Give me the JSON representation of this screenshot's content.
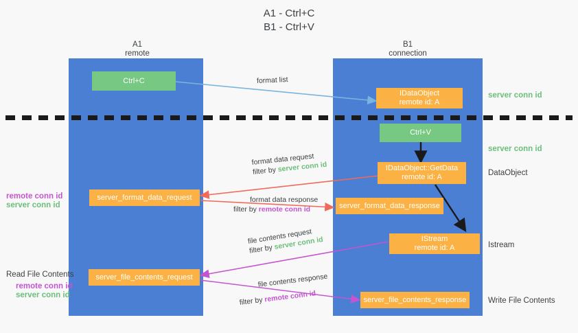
{
  "title": "A1 - Ctrl+C\nB1 - Ctrl+V",
  "colors": {
    "lane": "#4a7fd4",
    "orange": "#fbb143",
    "green": "#77c883",
    "server_conn": "#6cbf7b",
    "remote_conn": "#c455d0",
    "arrow_blue": "#79b4e0",
    "arrow_red": "#ef6a5a",
    "arrow_black": "#1a1a1a",
    "arrow_magenta": "#c455d0",
    "background": "#f8f8f8"
  },
  "columns": [
    {
      "name": "A1",
      "sub": "remote"
    },
    {
      "name": "B1",
      "sub": "connection"
    }
  ],
  "nodes": {
    "ctrl_c": "Ctrl+C",
    "ctrl_v": "Ctrl+V",
    "idataobject": "IDataObject\nremote id: A",
    "getdata": "IDataObject::GetData\nremote id: A",
    "istream": "IStream\nremote id: A",
    "server_format_data_request": "server_format_data_request",
    "server_format_data_response": "server_format_data_response",
    "server_file_contents_request": "server_file_contents_request",
    "server_file_contents_response": "server_file_contents_response"
  },
  "edge_labels": {
    "format_list": "format list",
    "format_data_request": "format data request",
    "format_data_request_filter_prefix": "filter by ",
    "format_data_request_filter_value": "server conn id",
    "format_data_response": "format data response",
    "format_data_response_filter_prefix": "filter by ",
    "format_data_response_filter_value": "remote conn id",
    "file_contents_request": "file contents request",
    "file_contents_request_filter_prefix": "filter by ",
    "file_contents_request_filter_value": "server conn id",
    "file_contents_response": "file contents response",
    "file_contents_response_filter_prefix": "filter by ",
    "file_contents_response_filter_value": "remote conn id"
  },
  "right_labels": {
    "server_conn_id_top": "server conn id",
    "server_conn_id_second": "server conn id",
    "dataobject": "DataObject",
    "istream": "Istream",
    "write_file_contents": "Write File Contents"
  },
  "left_labels": {
    "remote_conn_id_1": "remote conn id",
    "server_conn_id_1": "server conn id",
    "read_file_contents": "Read File Contents",
    "remote_conn_id_2": "remote conn id",
    "server_conn_id_2": "server conn id"
  }
}
